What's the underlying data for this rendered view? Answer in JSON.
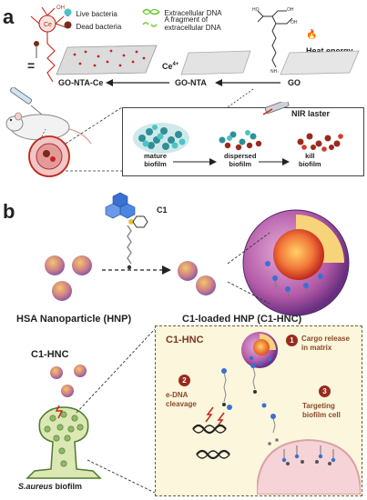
{
  "panel_a": {
    "letter": "a",
    "legend": {
      "live_bacteria": "Live bacteria",
      "dead_bacteria": "Dead bacteria",
      "extracellular_dna": "Extracellular DNA",
      "fragment_line1": "A fragment of",
      "fragment_line2": "extracellular DNA",
      "heat_energy": "Heat energy"
    },
    "equals": "=",
    "ce_ion": "Ce",
    "ce_charge": "4+",
    "go_nta_ce": "GO-NTA-Ce",
    "go_nta": "GO-NTA",
    "go": "GO",
    "nir_laser": "NIR laster",
    "mature_line1": "mature",
    "mature_line2": "biofilm",
    "dispersed_line1": "dispersed",
    "dispersed_line2": "biofilm",
    "kill_line1": "kill",
    "kill_line2": "biofilm"
  },
  "panel_b": {
    "letter": "b",
    "c1_label": "C1",
    "hnp_label": "HSA Nanoparticle (HNP)",
    "c1_hnp_label": "C1-loaded HNP (C1-HNC)",
    "c1_hnc_label": "C1-HNC",
    "biofilm_species": "S.aureus",
    "biofilm_word": " biofilm",
    "box_title": "C1-HNC",
    "steps": [
      {
        "num": "1",
        "line1": "Cargo release",
        "line2": "in matrix"
      },
      {
        "num": "2",
        "line1": "e-DNA",
        "line2": "cleavage"
      },
      {
        "num": "3",
        "line1": "Targeting",
        "line2": "biofilm cell"
      }
    ]
  },
  "colors": {
    "live_bacteria": "#4ec3c7",
    "dead_bacteria": "#7a2a1a",
    "accent_red": "#c0281b",
    "box_fill": "#fbf6dc",
    "box_border": "#6b5e3c",
    "sphere_orange": "#f2a33a",
    "sphere_purple": "#8b5aa8"
  }
}
